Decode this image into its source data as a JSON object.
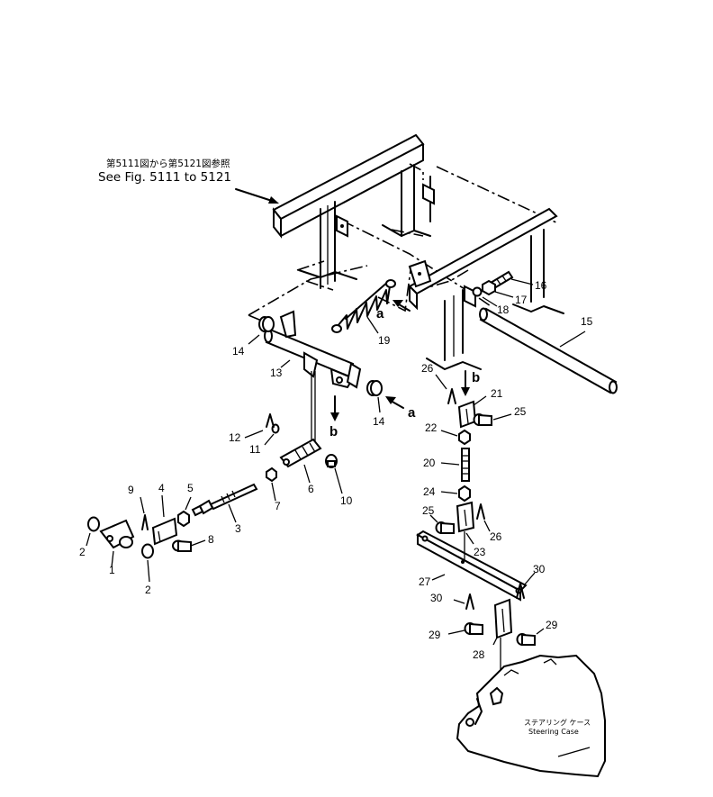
{
  "reference_note": {
    "japanese": "第5111図から第5121図参照",
    "english": "See Fig. 5111 to 5121"
  },
  "connector_labels": {
    "a": "a",
    "b": "b"
  },
  "steering_case": {
    "japanese": "ステアリング ケース",
    "english": "Steering Case"
  },
  "part_numbers": [
    "1",
    "2",
    "2",
    "3",
    "4",
    "5",
    "6",
    "7",
    "8",
    "9",
    "10",
    "11",
    "12",
    "13",
    "14",
    "14",
    "15",
    "16",
    "17",
    "18",
    "19",
    "20",
    "21",
    "22",
    "23",
    "24",
    "25",
    "25",
    "26",
    "26",
    "27",
    "28",
    "29",
    "29",
    "30",
    "30"
  ]
}
